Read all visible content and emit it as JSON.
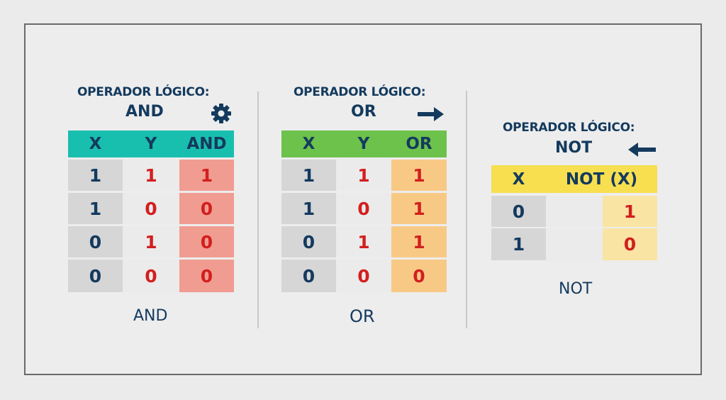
{
  "panels": [
    {
      "id": "and",
      "title": "OPERADOR LÓGICO:",
      "operator": "AND",
      "icon": "gear-icon",
      "header_color": "#19bfae",
      "result_color": "#f19c91",
      "columns": [
        "X",
        "Y",
        "AND"
      ],
      "rows": [
        [
          "1",
          "1",
          "1"
        ],
        [
          "1",
          "0",
          "0"
        ],
        [
          "0",
          "1",
          "0"
        ],
        [
          "0",
          "0",
          "0"
        ]
      ],
      "caption": "AND"
    },
    {
      "id": "or",
      "title": "OPERADOR LÓGICO:",
      "operator": "OR",
      "icon": "arrow-right-icon",
      "header_color": "#6cc24a",
      "result_color": "#f8c985",
      "columns": [
        "X",
        "Y",
        "OR"
      ],
      "rows": [
        [
          "1",
          "1",
          "1"
        ],
        [
          "1",
          "0",
          "1"
        ],
        [
          "0",
          "1",
          "1"
        ],
        [
          "0",
          "0",
          "0"
        ]
      ],
      "caption": "OR"
    },
    {
      "id": "not",
      "title": "OPERADOR LÓGICO:",
      "operator": "NOT",
      "icon": "arrow-left-icon",
      "header_color": "#f7df4f",
      "result_color": "#f9e4a3",
      "columns": [
        "X",
        "NOT (X)"
      ],
      "rows": [
        [
          "0",
          "1"
        ],
        [
          "1",
          "0"
        ]
      ],
      "caption": "NOT"
    }
  ],
  "colors": {
    "text_dark": "#143a5e",
    "value_red": "#d21f1f",
    "input_cell": "#d6d6d6",
    "frame_border": "#6a6a6a"
  }
}
